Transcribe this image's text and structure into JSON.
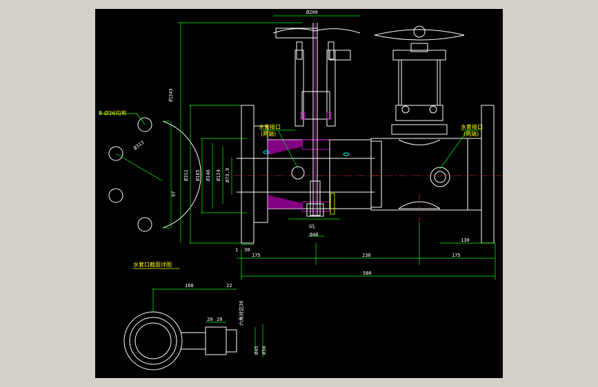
{
  "drawing": {
    "background": "#000000",
    "frame_color": "#d4d0c8"
  },
  "dimensions": {
    "top_width": "Ø200",
    "height_approx": "约343",
    "d311": "Ø311",
    "d165": "Ø165",
    "d146": "Ø146",
    "d124": "Ø124",
    "d739": "Ø73.9",
    "h97": "97",
    "h30": "30",
    "h1": "1",
    "len175a": "175",
    "len230": "230",
    "len175b": "175",
    "len130": "130",
    "total580": "580",
    "pipe_thread": "G¾",
    "d48": "Ø48",
    "hole_pattern": "8-Ø36均布",
    "pcd": "Ø313",
    "det160": "160",
    "det22": "22",
    "det20a": "20",
    "det20b": "20",
    "det_hex": "六角对边36",
    "det_d45": "Ø45",
    "det_d50": "Ø50"
  },
  "notes": {
    "water_left": "水套接口",
    "water_left2": "(两端)",
    "water_right": "水套接口",
    "water_right2": "(两端)",
    "detail_title": "水套口截面详图"
  }
}
